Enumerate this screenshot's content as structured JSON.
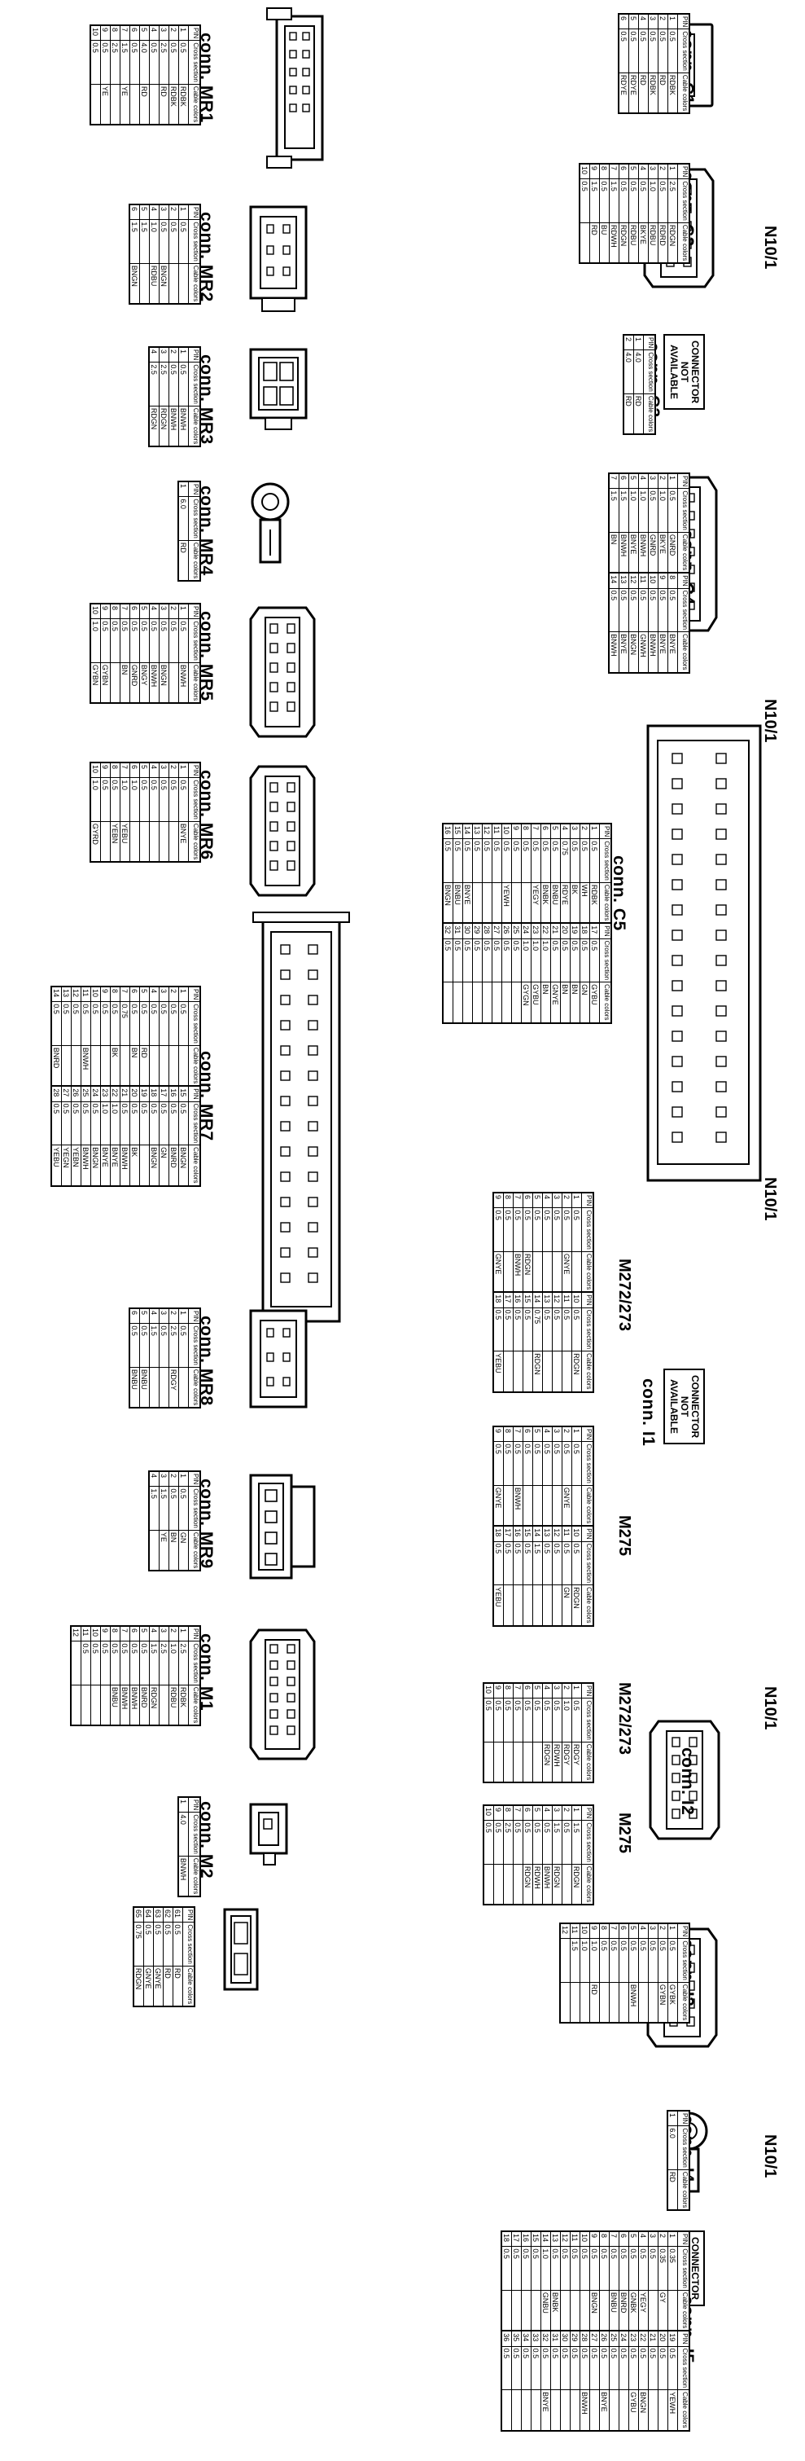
{
  "page_labels": {
    "n10_a": "N10/1",
    "n10_b": "N10/1",
    "n10_c": "N10/1",
    "n10_d": "N10/1",
    "n10_e": "N10/1",
    "m272_a": "M272/273",
    "m275_a": "M275",
    "m272_b": "M272/273",
    "m275_b": "M275"
  },
  "not_available": [
    "CONNECTOR",
    "NOT",
    "AVAILABLE"
  ],
  "headers": {
    "pin": "PIN",
    "cross": "Cross section",
    "cable": "Cable colors"
  },
  "connectors": {
    "C1": {
      "title": "conn. C1",
      "pins": [
        "1",
        "2",
        "3",
        "4",
        "5",
        "6"
      ],
      "cross": [
        "0.5",
        "0.5",
        "0.5",
        "0.5",
        "0.5",
        "0.5"
      ],
      "color": [
        "RDBK",
        "RD",
        "RDBK",
        "RD",
        "RDYE",
        "RDYE"
      ]
    },
    "C2": {
      "title": "conn. C2",
      "pins": [
        "1",
        "2",
        "3",
        "4",
        "5",
        "6",
        "7",
        "8",
        "9",
        "10"
      ],
      "cross": [
        "2.5",
        "0.5",
        "1.0",
        "0.5",
        "0.5",
        "0.5",
        "1.5",
        "0.5",
        "1.5",
        "0.5"
      ],
      "color": [
        "RDGN",
        "RDRD",
        "RDBU",
        "BKYE",
        "RDBU",
        "RDGN",
        "RDWH",
        "BU",
        "RD",
        ""
      ]
    },
    "C3": {
      "title": "conn. C3",
      "pins": [
        "1",
        "2"
      ],
      "cross": [
        "4.0",
        "4.0"
      ],
      "color": [
        "RD",
        "RD"
      ]
    },
    "C4": {
      "title": "conn. C4",
      "pins_a": [
        "1",
        "2",
        "3",
        "4",
        "5",
        "6",
        "7"
      ],
      "cross_a": [
        "0.5",
        "1.0",
        "0.5",
        "1.0",
        "1.0",
        "1.5",
        "1.5"
      ],
      "color_a": [
        "GNRD",
        "BKYE",
        "GNRD",
        "BNWH",
        "BNYE",
        "BNWH",
        "BN"
      ],
      "pins_b": [
        "8",
        "9",
        "10",
        "11",
        "12",
        "13",
        "14"
      ],
      "cross_b": [
        "0.5",
        "0.5",
        "0.5",
        "0.5",
        "0.5",
        "0.5",
        "0.5"
      ],
      "color_b": [
        "BNYE",
        "BNYE",
        "BNWH",
        "GNWH",
        "BNGN",
        "BNYE",
        "BNWH"
      ]
    },
    "C5": {
      "title": "conn. C5",
      "pins_a": [
        "1",
        "2",
        "3",
        "4",
        "5",
        "6",
        "7",
        "8",
        "9",
        "10",
        "11",
        "12",
        "13",
        "14",
        "15",
        "16"
      ],
      "cross_a": [
        "0.5",
        "0.5",
        "0.5",
        "0.75",
        "0.5",
        "0.5",
        "0.5",
        "0.5",
        "0.5",
        "0.5",
        "0.5",
        "0.5",
        "0.5",
        "0.5",
        "0.5",
        "0.5"
      ],
      "color_a": [
        "RDBK",
        "WH",
        "BK",
        "RDYE",
        "BNBU",
        "BNBK",
        "YEGY",
        "",
        "",
        "YEWH",
        "",
        "",
        "",
        "BNYE",
        "BNBU",
        "BNGN"
      ],
      "pins_b": [
        "17",
        "18",
        "19",
        "20",
        "21",
        "22",
        "23",
        "24",
        "25",
        "26",
        "27",
        "28",
        "29",
        "30",
        "31",
        "32"
      ],
      "cross_b": [
        "0.5",
        "0.5",
        "0.5",
        "0.5",
        "0.5",
        "1.0",
        "1.0",
        "1.0",
        "0.5",
        "0.5",
        "0.5",
        "0.5",
        "0.5",
        "0.5",
        "0.5",
        "0.5"
      ],
      "color_b": [
        "GYBU",
        "GN",
        "BN",
        "BN",
        "GNYE",
        "BN",
        "GYBU",
        "GYGN",
        "",
        "",
        "",
        "",
        "",
        "",
        "",
        ""
      ]
    },
    "MR1": {
      "title": "conn. MR1",
      "pins": [
        "1",
        "2",
        "3",
        "4",
        "5",
        "6",
        "7",
        "8",
        "9",
        "10"
      ],
      "cross": [
        "0.5",
        "0.5",
        "2.5",
        "0.5",
        "4.0",
        "0.5",
        "1.5",
        "2.5",
        "0.5",
        "0.5"
      ],
      "color": [
        "RDBK",
        "RDBK",
        "RD",
        "",
        "RD",
        "",
        "YE",
        "",
        "YE",
        ""
      ]
    },
    "MR2": {
      "title": "conn. MR2",
      "pins": [
        "1",
        "2",
        "3",
        "4",
        "5",
        "6"
      ],
      "cross": [
        "0.5",
        "0.5",
        "0.5",
        "1.0",
        "1.5",
        "1.5"
      ],
      "color": [
        "",
        "",
        "BNGN",
        "RDBU",
        "",
        "BNGN"
      ]
    },
    "MR3": {
      "title": "conn. MR3",
      "pins": [
        "1",
        "2",
        "3",
        "4"
      ],
      "cross": [
        "0.5",
        "0.5",
        "2.5",
        "2.5"
      ],
      "color": [
        "BNWH",
        "BNWH",
        "RDGN",
        "RDGN"
      ]
    },
    "MR4": {
      "title": "conn. MR4",
      "pins": [
        "1"
      ],
      "cross": [
        "6.0"
      ],
      "color": [
        "RD"
      ]
    },
    "MR5": {
      "title": "conn. MR5",
      "pins": [
        "1",
        "2",
        "3",
        "4",
        "5",
        "6",
        "7",
        "8",
        "9",
        "10"
      ],
      "cross": [
        "0.5",
        "0.5",
        "0.5",
        "0.5",
        "0.5",
        "0.5",
        "0.5",
        "0.5",
        "0.5",
        "1.0"
      ],
      "color": [
        "BNWH",
        "",
        "BNGN",
        "BNWH",
        "BNGY",
        "GNRD",
        "BN",
        "",
        "GYBN",
        "GYBN"
      ]
    },
    "MR6": {
      "title": "conn. MR6",
      "pins": [
        "1",
        "2",
        "3",
        "4",
        "5",
        "6",
        "7",
        "8",
        "9",
        "10"
      ],
      "cross": [
        "0.5",
        "0.5",
        "0.5",
        "0.5",
        "0.5",
        "1.0",
        "1.0",
        "0.5",
        "0.5",
        "1.0"
      ],
      "color": [
        "BNYE",
        "",
        "",
        "",
        "",
        "",
        "YEBU",
        "YEBN",
        "",
        "GYRD"
      ]
    },
    "MR7": {
      "title": "conn. MR7",
      "pins_a": [
        "1",
        "2",
        "3",
        "4",
        "5",
        "6",
        "7",
        "8",
        "9",
        "10",
        "11",
        "12",
        "13",
        "14"
      ],
      "cross_a": [
        "0.5",
        "0.5",
        "0.5",
        "0.5",
        "0.5",
        "0.5",
        "0.75",
        "0.5",
        "0.5",
        "0.5",
        "0.5",
        "0.5",
        "0.5",
        "0.5"
      ],
      "color_a": [
        "",
        "",
        "",
        "",
        "RD",
        "BN",
        "",
        "BK",
        "",
        "",
        "BNWH",
        "",
        "",
        "BNRD"
      ],
      "pins_b": [
        "15",
        "16",
        "17",
        "18",
        "19",
        "20",
        "21",
        "22",
        "23",
        "24",
        "25",
        "26",
        "27",
        "28"
      ],
      "cross_b": [
        "0.5",
        "0.5",
        "0.5",
        "0.5",
        "0.5",
        "0.5",
        "0.5",
        "1.0",
        "1.0",
        "0.5",
        "0.5",
        "0.5",
        "0.5",
        "0.5"
      ],
      "color_b": [
        "BNGN",
        "BNRD",
        "GN",
        "BNGN",
        "",
        "BK",
        "BNWH",
        "BNYE",
        "BNYE",
        "BNGN",
        "BNWH",
        "YEBN",
        "YEGN",
        "YEBU"
      ]
    },
    "MR8": {
      "title": "conn. MR8",
      "pins": [
        "1",
        "2",
        "3",
        "4",
        "5",
        "6"
      ],
      "cross": [
        "0.5",
        "2.5",
        "0.5",
        "1.5",
        "0.5",
        "0.5"
      ],
      "color": [
        "",
        "RDGY",
        "",
        "",
        "BNBU",
        "BNBU"
      ]
    },
    "MR9": {
      "title": "conn. MR9",
      "pins": [
        "1",
        "2",
        "3",
        "4"
      ],
      "cross": [
        "0.5",
        "0.5",
        "1.5",
        "1.5"
      ],
      "color": [
        "GN",
        "BN",
        "YE",
        ""
      ]
    },
    "M1": {
      "title": "conn. M1",
      "pins": [
        "1",
        "2",
        "3",
        "4",
        "5",
        "6",
        "7",
        "8",
        "9",
        "10",
        "11",
        "12"
      ],
      "cross": [
        "2.5",
        "1.0",
        "2.5",
        "1.5",
        "0.5",
        "0.5",
        "0.5",
        "0.5",
        "0.5",
        "0.5",
        "0.5",
        ""
      ],
      "color": [
        "RDBK",
        "RDBU",
        "",
        "RDGN",
        "BNRD",
        "BNWH",
        "BNWH",
        "BNBU",
        "",
        "",
        "",
        ""
      ]
    },
    "M2": {
      "title": "conn. M2",
      "pins": [
        "1"
      ],
      "cross": [
        "4.0"
      ],
      "color": [
        "BNWH"
      ]
    },
    "M3": {
      "title": "",
      "pins": [
        "61",
        "62",
        "63",
        "64",
        "65"
      ],
      "cross": [
        "0.5",
        "0.5",
        "0.5",
        "0.5",
        "0.75"
      ],
      "color": [
        "RD",
        "RD",
        "GNYE",
        "GNYE",
        "RDGN"
      ]
    },
    "I1": {
      "title": "conn. I1",
      "pins_a": [
        "1",
        "2",
        "3",
        "4",
        "5",
        "6",
        "7",
        "8",
        "9"
      ],
      "cross_a": [
        "0.5",
        "0.5",
        "0.5",
        "0.5",
        "0.5",
        "0.5",
        "0.5",
        "0.5",
        "0.5"
      ],
      "color_a": [
        "",
        "GNYE",
        "",
        "",
        "",
        "RDGN",
        "BNWH",
        "",
        "GNYE"
      ],
      "pins_b": [
        "10",
        "11",
        "12",
        "13",
        "14",
        "15",
        "16",
        "17",
        "18"
      ],
      "cross_b": [
        "0.5",
        "0.5",
        "0.5",
        "0.5",
        "0.75",
        "0.5",
        "0.5",
        "0.5",
        "0.5"
      ],
      "color_b": [
        "RDGN",
        "",
        "",
        "",
        "RDGN",
        "",
        "",
        "",
        "YEBU"
      ]
    },
    "I1b": {
      "pins_a": [
        "1",
        "2",
        "3",
        "4",
        "5",
        "6",
        "7",
        "8",
        "9"
      ],
      "cross_a": [
        "0.5",
        "0.5",
        "0.5",
        "0.5",
        "0.5",
        "0.5",
        "0.5",
        "0.5",
        "0.5"
      ],
      "color_a": [
        "",
        "GNYE",
        "",
        "",
        "",
        "",
        "BNWH",
        "",
        "GNYE"
      ],
      "pins_b": [
        "10",
        "11",
        "12",
        "13",
        "14",
        "15",
        "16",
        "17",
        "18"
      ],
      "cross_b": [
        "0.5",
        "0.5",
        "0.5",
        "0.5",
        "1.5",
        "0.5",
        "0.5",
        "0.5",
        "0.5"
      ],
      "color_b": [
        "RDGN",
        "GN",
        "",
        "",
        "",
        "",
        "",
        "",
        "YEBU"
      ]
    },
    "I2": {
      "title": "conn. I2",
      "pins_a": [
        "1",
        "2",
        "3",
        "4",
        "5",
        "6",
        "7",
        "8",
        "9",
        "10"
      ],
      "cross_a": [
        "0.5",
        "1.0",
        "0.5",
        "0.5",
        "0.5",
        "0.5",
        "0.5",
        "0.5",
        "0.5",
        "0.5"
      ],
      "color_a": [
        "RDGY",
        "RDGY",
        "RDWH",
        "RDGN",
        "",
        "",
        "",
        "",
        "",
        ""
      ],
      "pins_b": [
        "1",
        "2",
        "3",
        "4",
        "5",
        "6",
        "7",
        "8",
        "9",
        "10"
      ],
      "cross_b": [
        "1.5",
        "0.5",
        "1.5",
        "0.5",
        "0.5",
        "0.5",
        "0.5",
        "2.5",
        "0.5",
        "0.5"
      ],
      "color_b": [
        "RDGN",
        "",
        "RDGN",
        "BNWH",
        "RDWH",
        "RDGN",
        "",
        "",
        "",
        ""
      ]
    },
    "I3": {
      "title": "conn. I3",
      "pins": [
        "1",
        "2",
        "3",
        "4",
        "5",
        "6",
        "7",
        "8",
        "9",
        "10",
        "11",
        "12"
      ],
      "cross": [
        "0.5",
        "0.5",
        "0.5",
        "0.5",
        "0.5",
        "0.5",
        "0.5",
        "0.5",
        "1.0",
        "1.0",
        "1.5",
        ""
      ],
      "color": [
        "GYBK",
        "GYBN",
        "",
        "",
        "BNWH",
        "",
        "",
        "",
        "RD",
        "",
        "",
        ""
      ]
    },
    "I4": {
      "title": "conn. I4",
      "pins": [
        "1"
      ],
      "cross": [
        "6.0"
      ],
      "color": [
        "RD"
      ]
    },
    "I5": {
      "title": "conn. I5",
      "pins_a": [
        "1",
        "2",
        "3",
        "4",
        "5",
        "6",
        "7",
        "8",
        "9",
        "10",
        "11",
        "12",
        "13",
        "14",
        "15",
        "16",
        "17",
        "18"
      ],
      "cross_a": [
        "0.35",
        "0.35",
        "0.5",
        "0.5",
        "0.5",
        "0.5",
        "0.5",
        "0.5",
        "0.5",
        "0.5",
        "0.5",
        "0.5",
        "0.5",
        "1.0",
        "0.5",
        "0.5",
        "0.5",
        "0.5"
      ],
      "color_a": [
        "",
        "GY",
        "",
        "YEGY",
        "GNBK",
        "BNRD",
        "BNBU",
        "",
        "BNGN",
        "",
        "",
        "",
        "BNBK",
        "GNBU",
        "",
        "",
        "",
        ""
      ],
      "pins_b": [
        "19",
        "20",
        "21",
        "22",
        "23",
        "24",
        "25",
        "26",
        "27",
        "28",
        "29",
        "30",
        "31",
        "32",
        "33",
        "34",
        "35",
        "36"
      ],
      "cross_b": [
        "0.5",
        "0.5",
        "0.5",
        "0.5",
        "0.5",
        "0.5",
        "0.5",
        "0.5",
        "0.5",
        "0.5",
        "0.5",
        "0.5",
        "0.5",
        "0.5",
        "0.5",
        "0.5",
        "0.5",
        "0.5"
      ],
      "color_b": [
        "YEWH",
        "",
        "",
        "BNGN",
        "GYBU",
        "",
        "",
        "BNYE",
        "",
        "BNWH",
        "",
        "",
        "",
        "BNYE",
        "",
        "",
        "",
        ""
      ]
    }
  }
}
